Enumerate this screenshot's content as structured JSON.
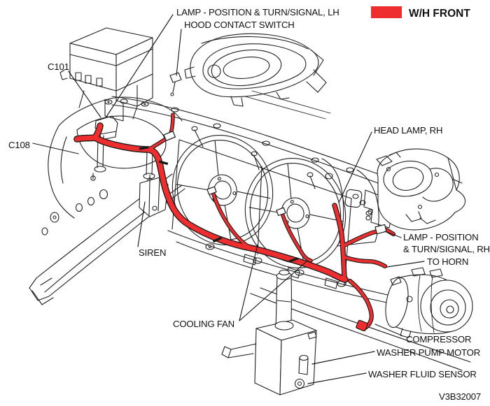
{
  "diagram": {
    "legend": {
      "swatch_color": "#ee2e2e",
      "label": "W/H FRONT"
    },
    "figure_code": "V3B32007",
    "labels": {
      "lamp_lh": "LAMP - POSITION & TURN/SIGNAL, LH",
      "hood_switch": "HOOD CONTACT SWITCH",
      "c101": "C101",
      "c108": "C108",
      "head_lamp_rh": "HEAD LAMP, RH",
      "lamp_rh_line1": "LAMP - POSITION",
      "lamp_rh_line2": "& TURN/SIGNAL, RH",
      "to_horn": "TO HORN",
      "siren": "SIREN",
      "cooling_fan": "COOLING FAN",
      "compressor": "COMPRESSOR",
      "washer_pump": "WASHER PUMP MOTOR",
      "washer_sensor": "WASHER FLUID SENSOR"
    },
    "colors": {
      "harness": "#ee2e2e",
      "line": "#231f20",
      "background": "#ffffff"
    }
  }
}
